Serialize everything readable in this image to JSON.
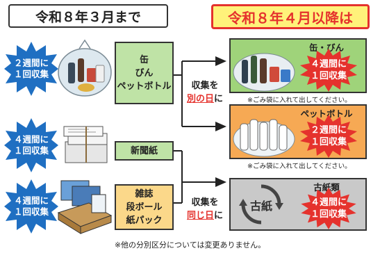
{
  "header": {
    "old_label": "令和８年３月まで",
    "new_label": "令和８年４月以降は"
  },
  "rows": [
    {
      "schedule": [
        "２週間に",
        "１回収集"
      ],
      "label": [
        "缶",
        "びん",
        "ペットボトル"
      ]
    },
    {
      "schedule": [
        "４週間に",
        "１回収集"
      ],
      "label": [
        "新聞紙"
      ]
    },
    {
      "schedule": [
        "４週間に",
        "１回収集"
      ],
      "label": [
        "雑誌",
        "段ボール",
        "紙パック"
      ]
    }
  ],
  "middle": {
    "separate": {
      "line1": "収集を",
      "red": "別の日",
      "suffix": "に"
    },
    "same": {
      "line1": "収集を",
      "red": "同じ日",
      "suffix": "に"
    }
  },
  "panels": [
    {
      "title": "缶・びん",
      "schedule": [
        "４週間に",
        "１回収集"
      ],
      "note": "※ごみ袋に入れて出してください。"
    },
    {
      "title": "ペットボトル",
      "schedule": [
        "２週間に",
        "１回収集"
      ],
      "note": "※ごみ袋に入れて出してください。"
    },
    {
      "title": "古紙類",
      "schedule": [
        "４週間に",
        "１回収集"
      ],
      "circle_label": "古紙"
    }
  ],
  "footer": "※他の分別区分については変更ありません。",
  "colors": {
    "blue_burst": "#1f6fc2",
    "red_burst": "#e5322d",
    "green_panel": "#9fd37a",
    "orange_panel": "#f6a954",
    "gray_panel": "#c9c9c9",
    "header_yellow": "#fff27a"
  }
}
